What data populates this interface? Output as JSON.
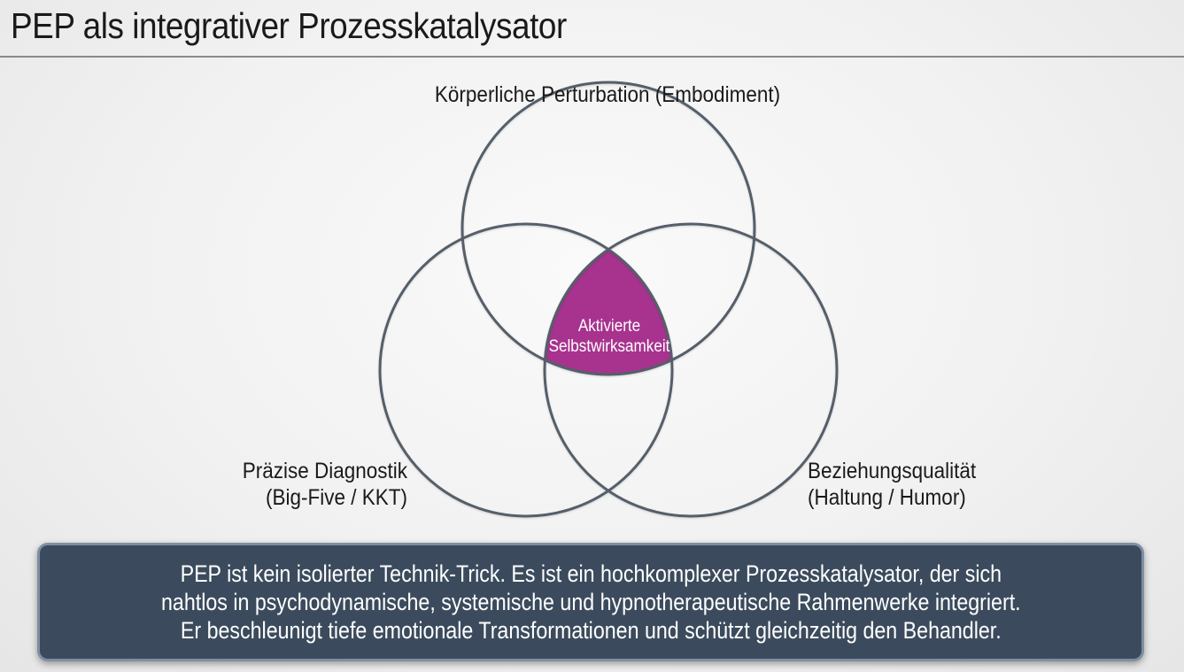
{
  "slide": {
    "title": "PEP als integrativer Prozesskatalysator"
  },
  "venn": {
    "top_label": "Körperliche Perturbation (Embodiment)",
    "left_label": [
      "Präzise Diagnostik",
      "(Big-Five / KKT)"
    ],
    "right_label": [
      "Beziehungsqualität",
      "(Haltung / Humor)"
    ],
    "center_label": [
      "Aktivierte",
      "Selbstwirksamkeit"
    ],
    "colors": {
      "circle_stroke": "#555f6b",
      "intersection_fill": "#a8338f"
    }
  },
  "summary": {
    "lines": [
      "PEP ist kein isolierter Technik-Trick. Es ist ein hochkomplexer Prozesskatalysator, der sich",
      "nahtlos in psychodynamische, systemische und hypnotherapeutische Rahmenwerke integriert.",
      "Er beschleunigt tiefe emotionale Transformationen und schützt gleichzeitig den Behandler."
    ],
    "colors": {
      "background": "#3b4b5d",
      "border": "#7d8fa3"
    }
  }
}
